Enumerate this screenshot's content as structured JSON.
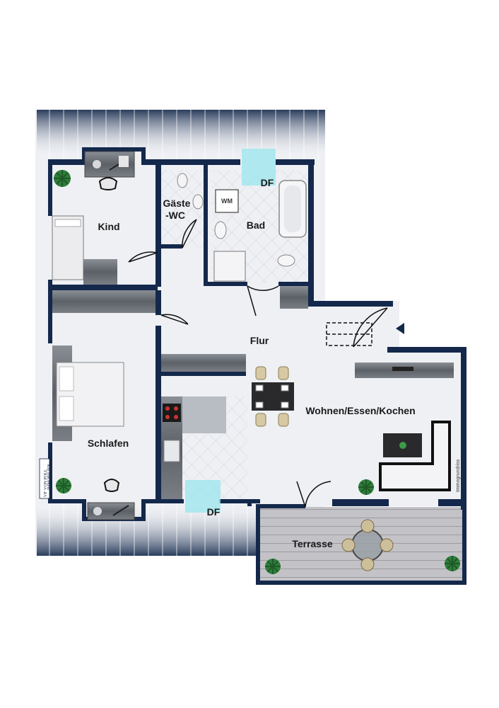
{
  "rooms": {
    "kind": "Kind",
    "gaeste_line1": "Gäste",
    "gaeste_line2": "-WC",
    "bad": "Bad",
    "flur": "Flur",
    "wohnen": "Wohnen/Essen/Kochen",
    "schlafen": "Schlafen",
    "terrasse": "Terrasse"
  },
  "fixtures": {
    "df_top": "DF",
    "df_bottom": "DF",
    "wm": "WM"
  },
  "branding": {
    "logo_initials": "VP",
    "logo_line1": "VON POLL",
    "logo_line2": "IMMOBILIEN",
    "credit": "Immogrundriss"
  },
  "colors": {
    "wall": "#14284b",
    "floor": "#eef0f4",
    "tile": "#d9dde5",
    "deck": "#b4b4b8",
    "roof_window": "#9fe6ee",
    "counter": "#666a70",
    "plant": "#2f7d3a"
  }
}
